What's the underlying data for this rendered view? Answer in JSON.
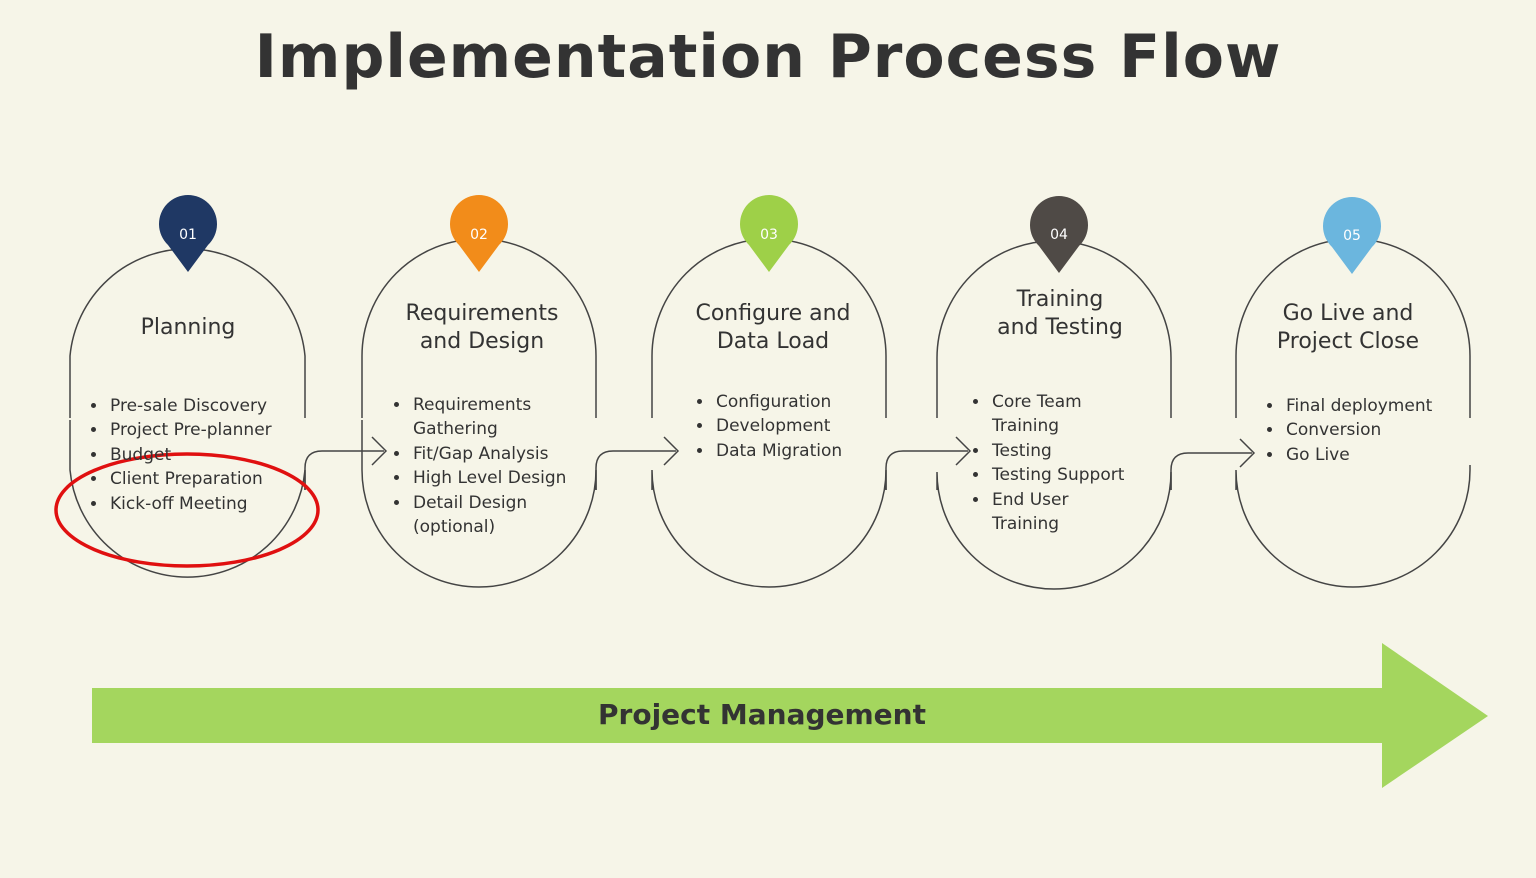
{
  "title": "Implementation Process Flow",
  "stages": [
    {
      "number": "01",
      "title": "Planning",
      "color": "#1f3864",
      "items": [
        "Pre-sale Discovery",
        "Project Pre-planner",
        "Budget",
        "Client Preparation",
        "Kick-off Meeting"
      ]
    },
    {
      "number": "02",
      "title": "Requirements and Design",
      "color": "#f28c1a",
      "items": [
        "Requirements Gathering",
        "Fit/Gap Analysis",
        "High Level Design",
        "Detail Design (optional)"
      ]
    },
    {
      "number": "03",
      "title": "Configure and Data Load",
      "color": "#9ed048",
      "items": [
        "Configuration",
        "Development",
        "Data Migration"
      ]
    },
    {
      "number": "04",
      "title": "Training and Testing",
      "color": "#4f4a46",
      "items": [
        "Core Team Training",
        "Testing",
        "Testing Support",
        "End User Training"
      ]
    },
    {
      "number": "05",
      "title": "Go Live and Project Close",
      "color": "#6bb6de",
      "items": [
        "Final deployment",
        "Conversion",
        "Go Live"
      ]
    }
  ],
  "banner": {
    "label": "Project Management",
    "color": "#a4d65e"
  },
  "highlight_color": "#e01010"
}
